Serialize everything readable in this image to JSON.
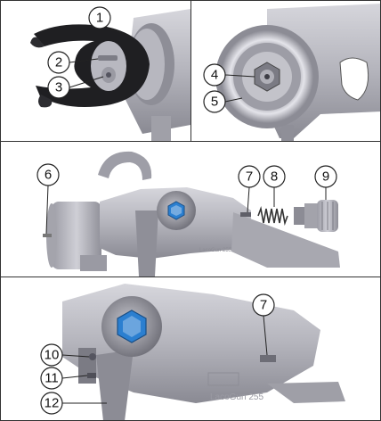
{
  "panels": [
    {
      "id": "top-left",
      "callouts": [
        "1",
        "2",
        "3"
      ]
    },
    {
      "id": "top-right",
      "callouts": [
        "4",
        "5"
      ]
    },
    {
      "id": "middle",
      "callouts": [
        "6",
        "7",
        "8",
        "9"
      ]
    },
    {
      "id": "bottom",
      "callouts": [
        "7",
        "10",
        "11",
        "12"
      ]
    }
  ],
  "colors": {
    "body_gray": "#b9b9c1",
    "dark_gray": "#6f6f78",
    "black_part": "#1f1f22",
    "accent_blue": "#2b7fd0"
  },
  "icons": {
    "adjustment_knob": "blue-hex-knob-icon",
    "nozzle": "nozzle-icon"
  }
}
